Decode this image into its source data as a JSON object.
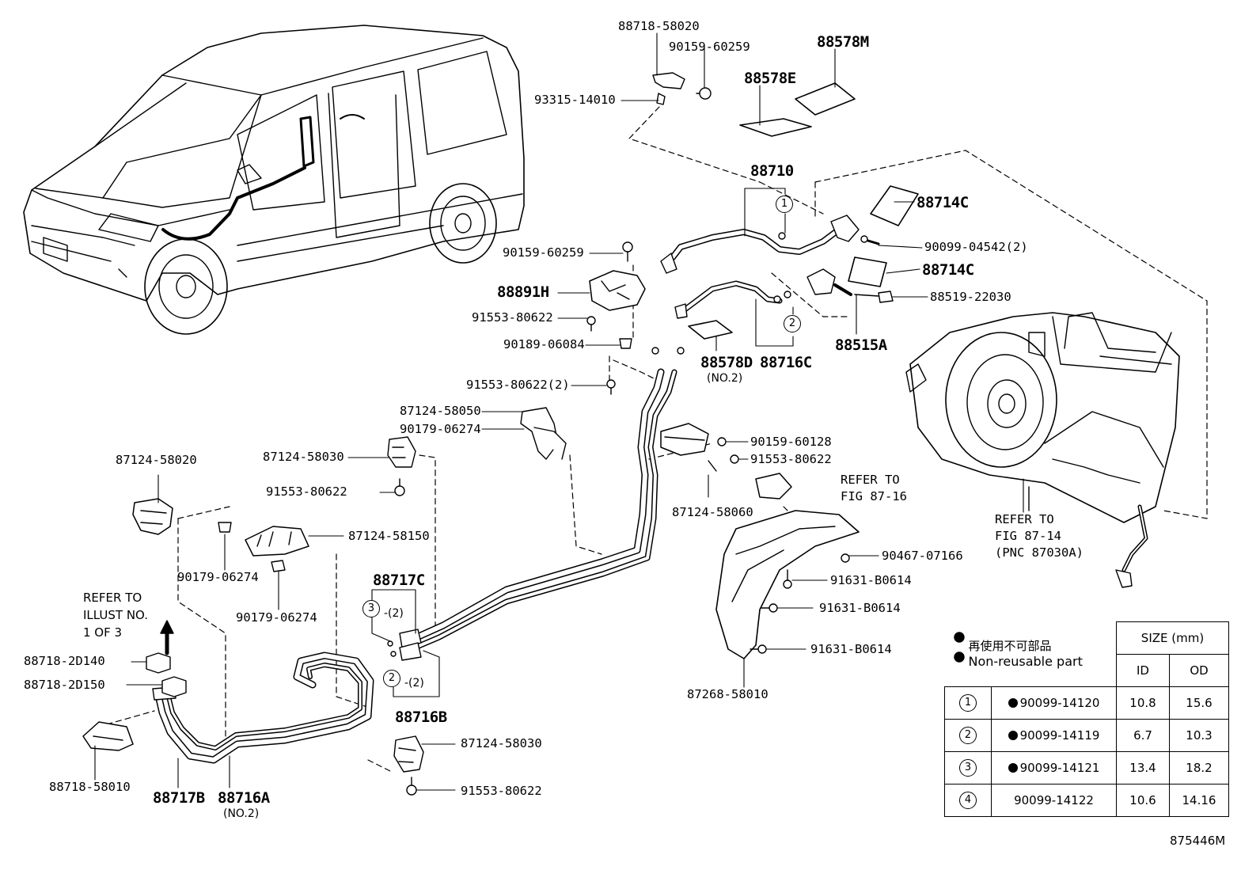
{
  "diagram_id": "875446M",
  "labels": {
    "p88718_58020": "88718-58020",
    "p90159_60259a": "90159-60259",
    "p93315_14010": "93315-14010",
    "p88578E": "88578E",
    "p88578M": "88578M",
    "p88710": "88710",
    "p88714C_a": "88714C",
    "p90099_04542": "90099-04542(2)",
    "p88714C_b": "88714C",
    "p88519_22030": "88519-22030",
    "p88515A": "88515A",
    "p90159_60259b": "90159-60259",
    "p88891H": "88891H",
    "p91553_80622a": "91553-80622",
    "p90189_06084": "90189-06084",
    "p88578D": "88578D",
    "p88578D_no": "(NO.2)",
    "p88716C": "88716C",
    "p91553_80622x2": "91553-80622(2)",
    "p87124_58050": "87124-58050",
    "p90179_06274a": "90179-06274",
    "p87124_58030a": "87124-58030",
    "p90159_60128": "90159-60128",
    "p91553_80622b": "91553-80622",
    "p87124_58020": "87124-58020",
    "p91553_80622c": "91553-80622",
    "refer_fig_87_16": "REFER TO",
    "refer_fig_87_16b": "FIG 87-16",
    "p87124_58060": "87124-58060",
    "p87124_58150": "87124-58150",
    "p90179_06274b": "90179-06274",
    "p90467_07166": "90467-07166",
    "refer_fig_87_14": "REFER TO",
    "refer_fig_87_14b": "FIG 87-14",
    "refer_fig_87_14c": "(PNC 87030A)",
    "p91631_B0614a": "91631-B0614",
    "p88717C": "88717C",
    "p90179_06274c": "90179-06274",
    "refer_illust": "REFER TO",
    "refer_illust_b": "ILLUST NO.",
    "refer_illust_c": "1 OF 3",
    "p91631_B0614b": "91631-B0614",
    "p88718_2D140": "88718-2D140",
    "p88718_2D150": "88718-2D150",
    "p91631_B0614c": "91631-B0614",
    "p87268_58010": "87268-58010",
    "p88716B": "88716B",
    "p87124_58030b": "87124-58030",
    "p91553_80622d": "91553-80622",
    "p88718_58010": "88718-58010",
    "p88717B": "88717B",
    "p88716A": "88716A",
    "p88716A_no": "(NO.2)",
    "qty2_a": "-(2)",
    "qty2_b": "-(2)"
  },
  "callouts": {
    "c1": "1",
    "c2": "2",
    "c3": "3",
    "c2b": "2"
  },
  "legend": {
    "non_reusable_jp": "再使用不可部品",
    "non_reusable_en": "Non-reusable part",
    "size_header": "SIZE (mm)",
    "id_header": "ID",
    "od_header": "OD",
    "rows": [
      {
        "no": "1",
        "part": "90099-14120",
        "non_reusable": true,
        "id": "10.8",
        "od": "15.6"
      },
      {
        "no": "2",
        "part": "90099-14119",
        "non_reusable": true,
        "id": "6.7",
        "od": "10.3"
      },
      {
        "no": "3",
        "part": "90099-14121",
        "non_reusable": true,
        "id": "13.4",
        "od": "18.2"
      },
      {
        "no": "4",
        "part": "90099-14122",
        "non_reusable": false,
        "id": "10.6",
        "od": "14.16"
      }
    ]
  }
}
